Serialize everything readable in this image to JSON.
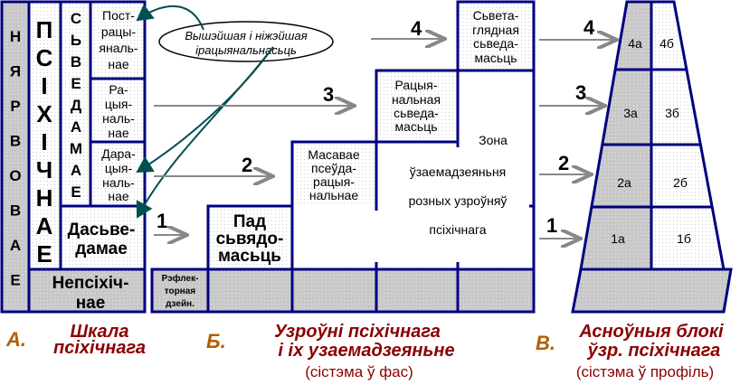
{
  "panel_a": {
    "column_nervous": "НЯРВОВАЕ",
    "column_psychic": "ПСІХІЧНАЕ",
    "column_conscious": "СЬВЕДАМАЕ",
    "postrational": [
      "Пост-",
      "рацы-",
      "яналь-",
      "нае"
    ],
    "rational": [
      "Ра-",
      "цыя-",
      "наль-",
      "нае"
    ],
    "prerational": [
      "Дара-",
      "цыя-",
      "наль-",
      "нае"
    ],
    "preconscious": [
      "Дасьве-",
      "дамае"
    ],
    "nonpsychic": [
      "Непсіхіч-",
      "нае"
    ],
    "caption_letter": "А.",
    "caption": [
      "Шкала",
      "псіхічнага"
    ]
  },
  "ellipse": [
    "Вышэйшая і ніжэйшая",
    "ірацыянальнасьць"
  ],
  "panel_b": {
    "levels": [
      "1",
      "2",
      "3",
      "4"
    ],
    "reflex": [
      "Рэфлек-",
      "торная",
      "дзейн."
    ],
    "subconscious": [
      "Пад",
      "сьвядо-",
      "масьць"
    ],
    "mass": [
      "Масавае",
      "псеўда-",
      "рацыя-",
      "нальнае"
    ],
    "rational": [
      "Рацыя-",
      "нальная",
      "сьведа-",
      "масьць"
    ],
    "worldview": [
      "Сьвета-",
      "глядная",
      "сьведа-",
      "масьць"
    ],
    "zone": [
      "Зона",
      "ўзаемадзеяньня",
      "розных узроўняў",
      "псіхічнага"
    ],
    "caption_letter": "Б.",
    "caption": [
      "Узроўні псіхічнага",
      "і іх  узаемадзеяньне"
    ],
    "subcaption": "(сістэма ў фас)"
  },
  "panel_c": {
    "levels": [
      "1",
      "2",
      "3",
      "4"
    ],
    "blocks": [
      [
        "1а",
        "1б"
      ],
      [
        "2а",
        "2б"
      ],
      [
        "3а",
        "3б"
      ],
      [
        "4а",
        "4б"
      ]
    ],
    "caption_letter": "В.",
    "caption": [
      "Асноўныя блокі",
      "ўзр. псіхічнага"
    ],
    "subcaption": "(сістэма ў профіль)"
  },
  "colors": {
    "border": "#000080",
    "caption": "#8b0000",
    "letter": "#b06000",
    "arrow_teal": "#005050"
  }
}
